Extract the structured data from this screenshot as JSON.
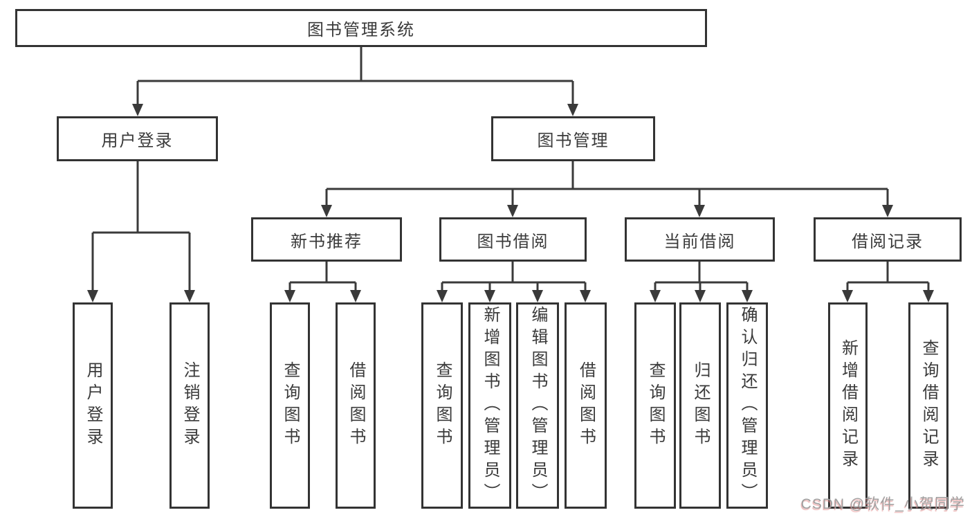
{
  "diagram": {
    "type": "hierarchy-tree",
    "title": "图书管理系统",
    "nodes": {
      "root": "图书管理系统",
      "user_login": "用户登录",
      "book_mgmt": "图书管理",
      "new_book_rec": "新书推荐",
      "book_borrow": "图书借阅",
      "current_borrow": "当前借阅",
      "borrow_records": "借阅记录",
      "leaf_user_login": "用户登录",
      "leaf_logout": "注销登录",
      "leaf_query_book_1": "查询图书",
      "leaf_borrow_book_1": "借阅图书",
      "leaf_query_book_2": "查询图书",
      "leaf_add_book": "新增图书（管理员）",
      "leaf_edit_book": "编辑图书（管理员）",
      "leaf_borrow_book_2": "借阅图书",
      "leaf_query_book_3": "查询图书",
      "leaf_return_book": "归还图书",
      "leaf_confirm_return": "确认归还（管理员）",
      "leaf_add_record": "新增借阅记录",
      "leaf_query_record": "查询借阅记录"
    },
    "hierarchy": {
      "图书管理系统": {
        "用户登录": [
          "用户登录",
          "注销登录"
        ],
        "图书管理": {
          "新书推荐": [
            "查询图书",
            "借阅图书"
          ],
          "图书借阅": [
            "查询图书",
            "新增图书（管理员）",
            "编辑图书（管理员）",
            "借阅图书"
          ],
          "当前借阅": [
            "查询图书",
            "归还图书",
            "确认归还（管理员）"
          ],
          "借阅记录": [
            "新增借阅记录",
            "查询借阅记录"
          ]
        }
      }
    }
  },
  "watermark": {
    "text": "CSDN @软件_小贺同学",
    "color": "#a0a0a0",
    "shadow_color": "#e08080"
  },
  "colors": {
    "background": "#ffffff",
    "line": "#3a3a3a",
    "box_border": "#333333",
    "text": "#3a3a3a"
  }
}
